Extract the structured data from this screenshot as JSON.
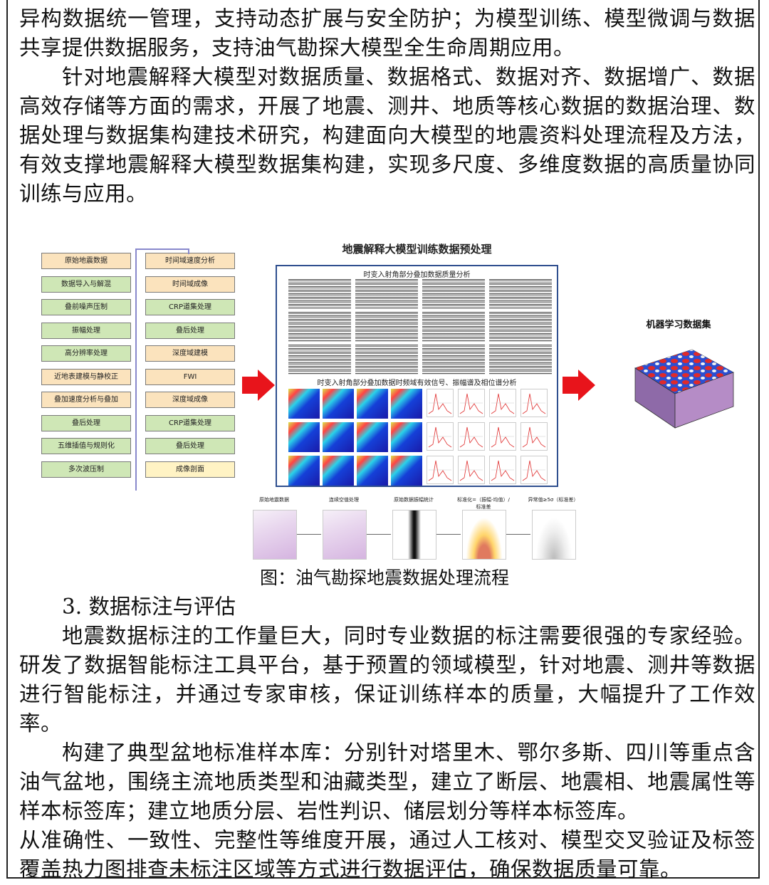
{
  "paragraphs": {
    "p1": "异构数据统一管理，支持动态扩展与安全防护；为模型训练、模型微调与数据共享提供数据服务，支持油气勘探大模型全生命周期应用。",
    "p2": "针对地震解释大模型对数据质量、数据格式、数据对齐、数据增广、数据高效存储等方面的需求，开展了地震、测井、地质等核心数据的数据治理、数据处理与数据集构建技术研究，构建面向大模型的地震资料处理流程及方法，有效支撑地震解释大模型数据集构建，实现多尺度、多维度数据的高质量协同训练与应用。",
    "p3": "地震数据标注的工作量巨大，同时专业数据的标注需要很强的专家经验。研发了数据智能标注工具平台，基于预置的领域模型，针对地震、测井等数据进行智能标注，并通过专家审核，保证训练样本的质量，大幅提升了工作效率。",
    "p4": "构建了典型盆地标准样本库：分别针对塔里木、鄂尔多斯、四川等重点含油气盆地，围绕主流地质类型和油藏类型，建立了断层、地震相、地震属性等样本标签库；建立地质分层、岩性判识、储层划分等样本标签库。",
    "p5": "从准确性、一致性、完整性等维度开展，通过人工核对、模型交叉验证及标签覆盖热力图排查未标注区域等方式进行数据评估，确保数据质量可靠。"
  },
  "heading": "3. 数据标注与评估",
  "figure": {
    "caption": "图：油气勘探地震数据处理流程",
    "title": "地震解释大模型训练数据预处理",
    "subtitle_top": "时变入射角部分叠加数据质量分析",
    "subtitle_mid": "时变入射角部分叠加数据时频域有效信号、振幅谱及相位谱分析",
    "dataset_label": "机器学习数据集",
    "flow_left": [
      {
        "label": "原始地震数据",
        "color": "orange"
      },
      {
        "label": "数据导入与解混",
        "color": "green"
      },
      {
        "label": "叠前噪声压制",
        "color": "green"
      },
      {
        "label": "振幅处理",
        "color": "green"
      },
      {
        "label": "高分辨率处理",
        "color": "green"
      },
      {
        "label": "近地表建模与静校正",
        "color": "orange"
      },
      {
        "label": "叠加速度分析与叠加",
        "color": "orange"
      },
      {
        "label": "叠后处理",
        "color": "green"
      },
      {
        "label": "五维插值与规则化",
        "color": "green"
      },
      {
        "label": "多次波压制",
        "color": "green"
      }
    ],
    "flow_right": [
      {
        "label": "时间域速度分析",
        "color": "orange"
      },
      {
        "label": "时间域成像",
        "color": "orange"
      },
      {
        "label": "CRP道集处理",
        "color": "green"
      },
      {
        "label": "叠后处理",
        "color": "green"
      },
      {
        "label": "深度域建模",
        "color": "orange"
      },
      {
        "label": "FWI",
        "color": "orange"
      },
      {
        "label": "深度域成像",
        "color": "orange"
      },
      {
        "label": "CRP道集处理",
        "color": "green"
      },
      {
        "label": "叠后处理",
        "color": "green"
      },
      {
        "label": "成像剖面",
        "color": "yellow"
      }
    ],
    "bottom_steps": [
      "原始地震数据",
      "连续空值处理",
      "原始数据振幅统计",
      "标准化=（振幅-均值）/标准差",
      "异常值≥5σ（标准差）"
    ]
  }
}
